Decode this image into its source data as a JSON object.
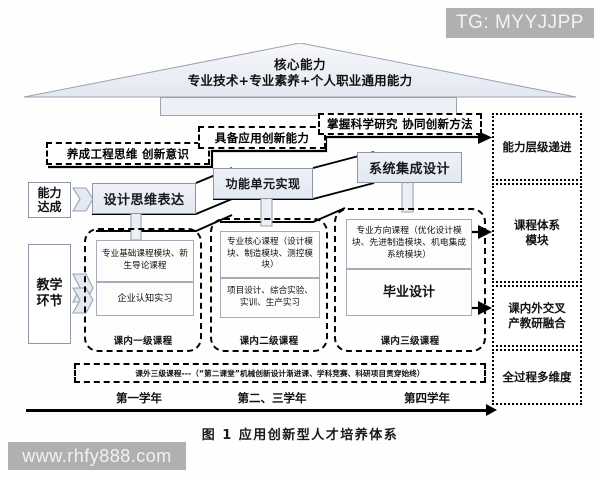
{
  "figure": {
    "caption": "图 1  应用创新型人才培养体系"
  },
  "watermarks": {
    "top_right": "TG: MYYJJPP",
    "bottom_left": "www.rhfy888.com"
  },
  "roof": {
    "line1": "核心能力",
    "line2": "专业技术+专业素养+个人职业通用能力"
  },
  "capability_tags": [
    {
      "id": "tag-1",
      "label": "养成工程思维 创新意识"
    },
    {
      "id": "tag-2",
      "label": "具备应用创新能力"
    },
    {
      "id": "tag-3",
      "label": "掌握科学研究 协同创新方法"
    }
  ],
  "ability_boxes": [
    {
      "id": "design-thinking",
      "label": "设计思维表达"
    },
    {
      "id": "functional-unit",
      "label": "功能单元实现"
    },
    {
      "id": "system-integration",
      "label": "系统集成设计"
    }
  ],
  "side_labels": {
    "ability": "能力\n达成",
    "ability_line1": "能力",
    "ability_line2": "达成",
    "teaching": "教学\n环节",
    "teaching_line1": "教学",
    "teaching_line2": "环节"
  },
  "course_groups": [
    {
      "id": "group-level-1",
      "group_label": "课内一级课程",
      "cards": [
        {
          "id": "card-1a",
          "label": "专业基础课程模块、新生导论课程"
        },
        {
          "id": "card-1b",
          "label": "企业认知实习"
        }
      ]
    },
    {
      "id": "group-level-2",
      "group_label": "课内二级课程",
      "cards": [
        {
          "id": "card-2a",
          "label": "专业核心课程（设计模块、制造模块、测控模块）"
        },
        {
          "id": "card-2b",
          "label": "项目设计、综合实验、实训、生产实习"
        }
      ]
    },
    {
      "id": "group-level-3",
      "group_label": "课内三级课程",
      "cards": [
        {
          "id": "card-3a",
          "label": "专业方向课程（优化设计模块、先进制造模块、机电集成系统模块）"
        },
        {
          "id": "card-3b",
          "label": "毕业设计"
        }
      ]
    }
  ],
  "right_dimensions": [
    {
      "id": "dim-1",
      "label": "能力层级递进"
    },
    {
      "id": "dim-2",
      "label": "课程体系\n模块",
      "line1": "课程体系",
      "line2": "模块"
    },
    {
      "id": "dim-3",
      "label": "课内外交叉\n产教研融合",
      "line1": "课内外交叉",
      "line2": "产教研融合"
    },
    {
      "id": "dim-4",
      "label": "全过程多维度"
    }
  ],
  "extracurricular": {
    "label": "课外三级课程---（“第二课堂”机械创新设计渐进课、学科竞赛、科研项目贯穿始终）"
  },
  "timeline": {
    "years": [
      {
        "id": "year-1",
        "label": "第一学年"
      },
      {
        "id": "year-2",
        "label": "第二、三学年"
      },
      {
        "id": "year-3",
        "label": "第四学年"
      }
    ]
  },
  "colors": {
    "box_fill": "#e7ebf3",
    "box_border": "#8d96a5",
    "line": "#000000",
    "watermark_bg": "#b0b0b0"
  }
}
